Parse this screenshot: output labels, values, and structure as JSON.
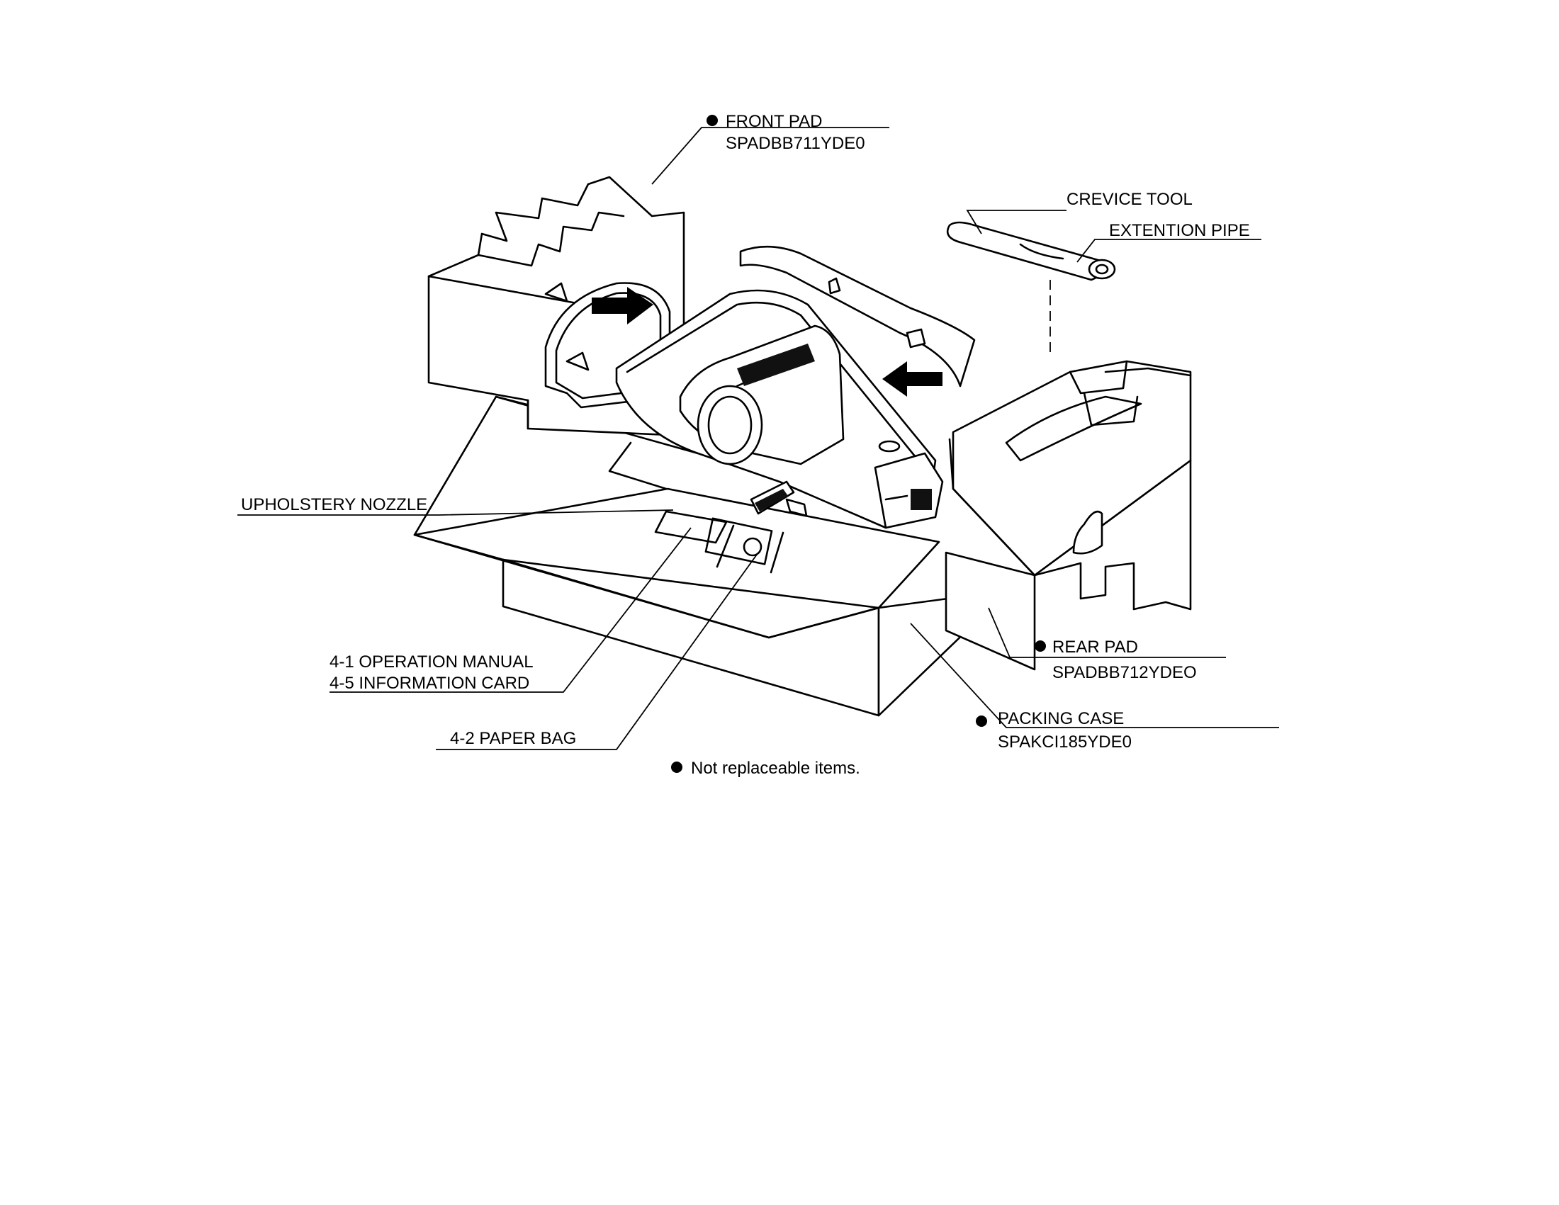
{
  "labels": {
    "front_pad_name": "FRONT PAD",
    "front_pad_code": "SPADBB711YDE0",
    "crevice_tool": "CREVICE TOOL",
    "extension_pipe": "EXTENTION PIPE",
    "upholstery_nozzle": "UPHOLSTERY NOZZLE",
    "operation_manual": "4-1 OPERATION MANUAL",
    "information_card": "4-5 INFORMATION CARD",
    "paper_bag": "4-2 PAPER BAG",
    "rear_pad_name": "REAR PAD",
    "rear_pad_code": "SPADBB712YDEO",
    "packing_case_name": "PACKING CASE",
    "packing_case_code": "SPAKCI185YDE0",
    "legend": "Not replaceable items."
  },
  "icons": {
    "bullet": "filled-circle-icon",
    "arrow": "block-arrow-icon"
  }
}
